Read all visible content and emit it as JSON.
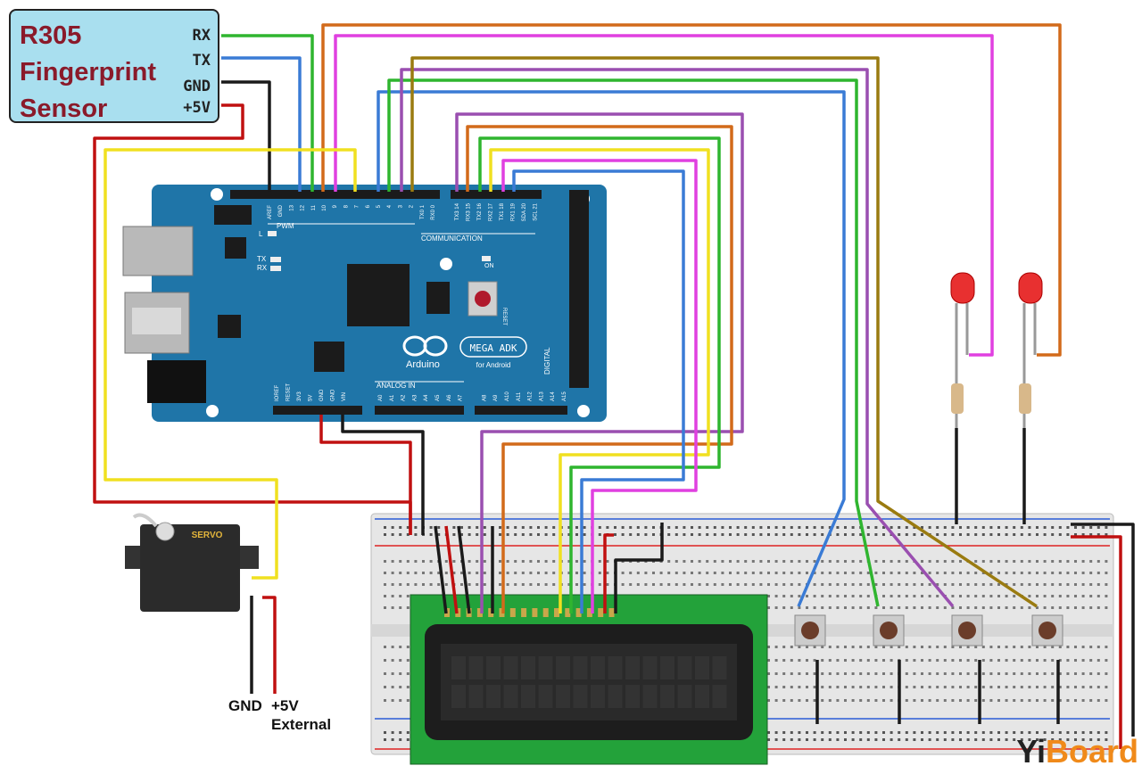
{
  "sensor": {
    "title": "R305\nFingerprint\nSensor",
    "pins": [
      "RX",
      "TX",
      "GND",
      "+5V"
    ]
  },
  "board": {
    "brand": "Arduino",
    "model": "MEGA ADK",
    "subtitle": "for Android",
    "pwm_label": "PWM",
    "communication_label": "COMMUNICATION",
    "analog_label": "ANALOG IN",
    "digital_label": "DIGITAL",
    "on_label": "ON",
    "reset_label": "RESET",
    "tx_label": "TX",
    "rx_label": "RX",
    "l_label": "L",
    "top_pins": [
      "AREF",
      "GND",
      "13",
      "12",
      "11",
      "10",
      "9",
      "8",
      "7",
      "6",
      "5",
      "4",
      "3",
      "2",
      "TX0 1",
      "RX0 0"
    ],
    "comm_pins": [
      "TX3 14",
      "RX3 15",
      "TX2 16",
      "RX2 17",
      "TX1 18",
      "RX1 19",
      "SDA 20",
      "SCL 21"
    ],
    "power_pins": [
      "IOREF",
      "RESET",
      "3V3",
      "5V",
      "GND",
      "GND",
      "VIN"
    ],
    "analog_pins": [
      "A0",
      "A1",
      "A2",
      "A3",
      "A4",
      "A5",
      "A6",
      "A7",
      "A8",
      "A9",
      "A10",
      "A11",
      "A12",
      "A13",
      "A14",
      "A15"
    ]
  },
  "servo": {
    "label": "SERVO"
  },
  "servo_labels": {
    "gnd": "GND",
    "plus5v": "+5V",
    "external": "External"
  },
  "watermark": {
    "part1": "Yi",
    "part2": "Board"
  },
  "colors": {
    "green": "#2fb52f",
    "blue": "#3a7bd5",
    "black": "#1a1a1a",
    "red": "#c01010",
    "yellow": "#f0e020",
    "orange": "#d26a1a",
    "magenta": "#e040e0",
    "purple": "#9a4fb0",
    "olive": "#9a7b10",
    "board": "#1f75a8",
    "sensor_bg": "#a9dfef",
    "lcd": "#23a23a"
  }
}
